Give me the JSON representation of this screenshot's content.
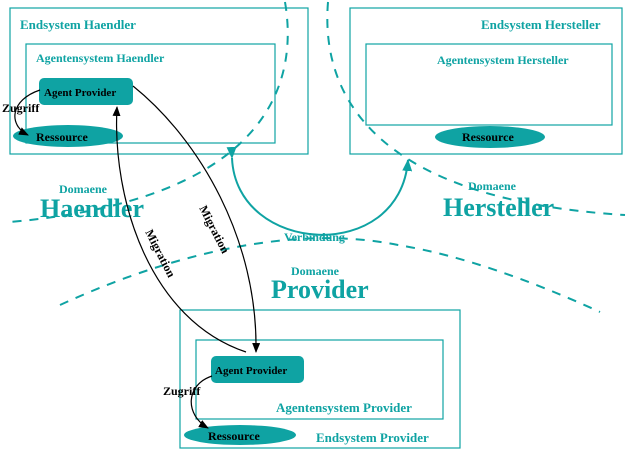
{
  "left": {
    "endsystem_label": "Endsystem Haendler",
    "agentsystem_label": "Agentensystem Haendler",
    "agent_label": "Agent Provider",
    "resource_label": "Ressource",
    "access_label": "Zugriff"
  },
  "right": {
    "endsystem_label": "Endsystem Hersteller",
    "agentsystem_label": "Agentensystem Hersteller",
    "resource_label": "Ressource"
  },
  "bottom": {
    "endsystem_label": "Endsystem Provider",
    "agentsystem_label": "Agentensystem Provider",
    "agent_label": "Agent Provider",
    "resource_label": "Ressource",
    "access_label": "Zugriff"
  },
  "domains": {
    "haendler_small": "Domaene",
    "haendler_big": "Haendler",
    "hersteller_small": "Domaene",
    "hersteller_big": "Hersteller",
    "provider_small": "Domaene",
    "provider_big": "Provider"
  },
  "connections": {
    "verbindung": "Verbindung",
    "migration_out": "Migration",
    "migration_back": "Migration"
  },
  "colors": {
    "accent": "#0fa3a3",
    "line": "#000000"
  }
}
